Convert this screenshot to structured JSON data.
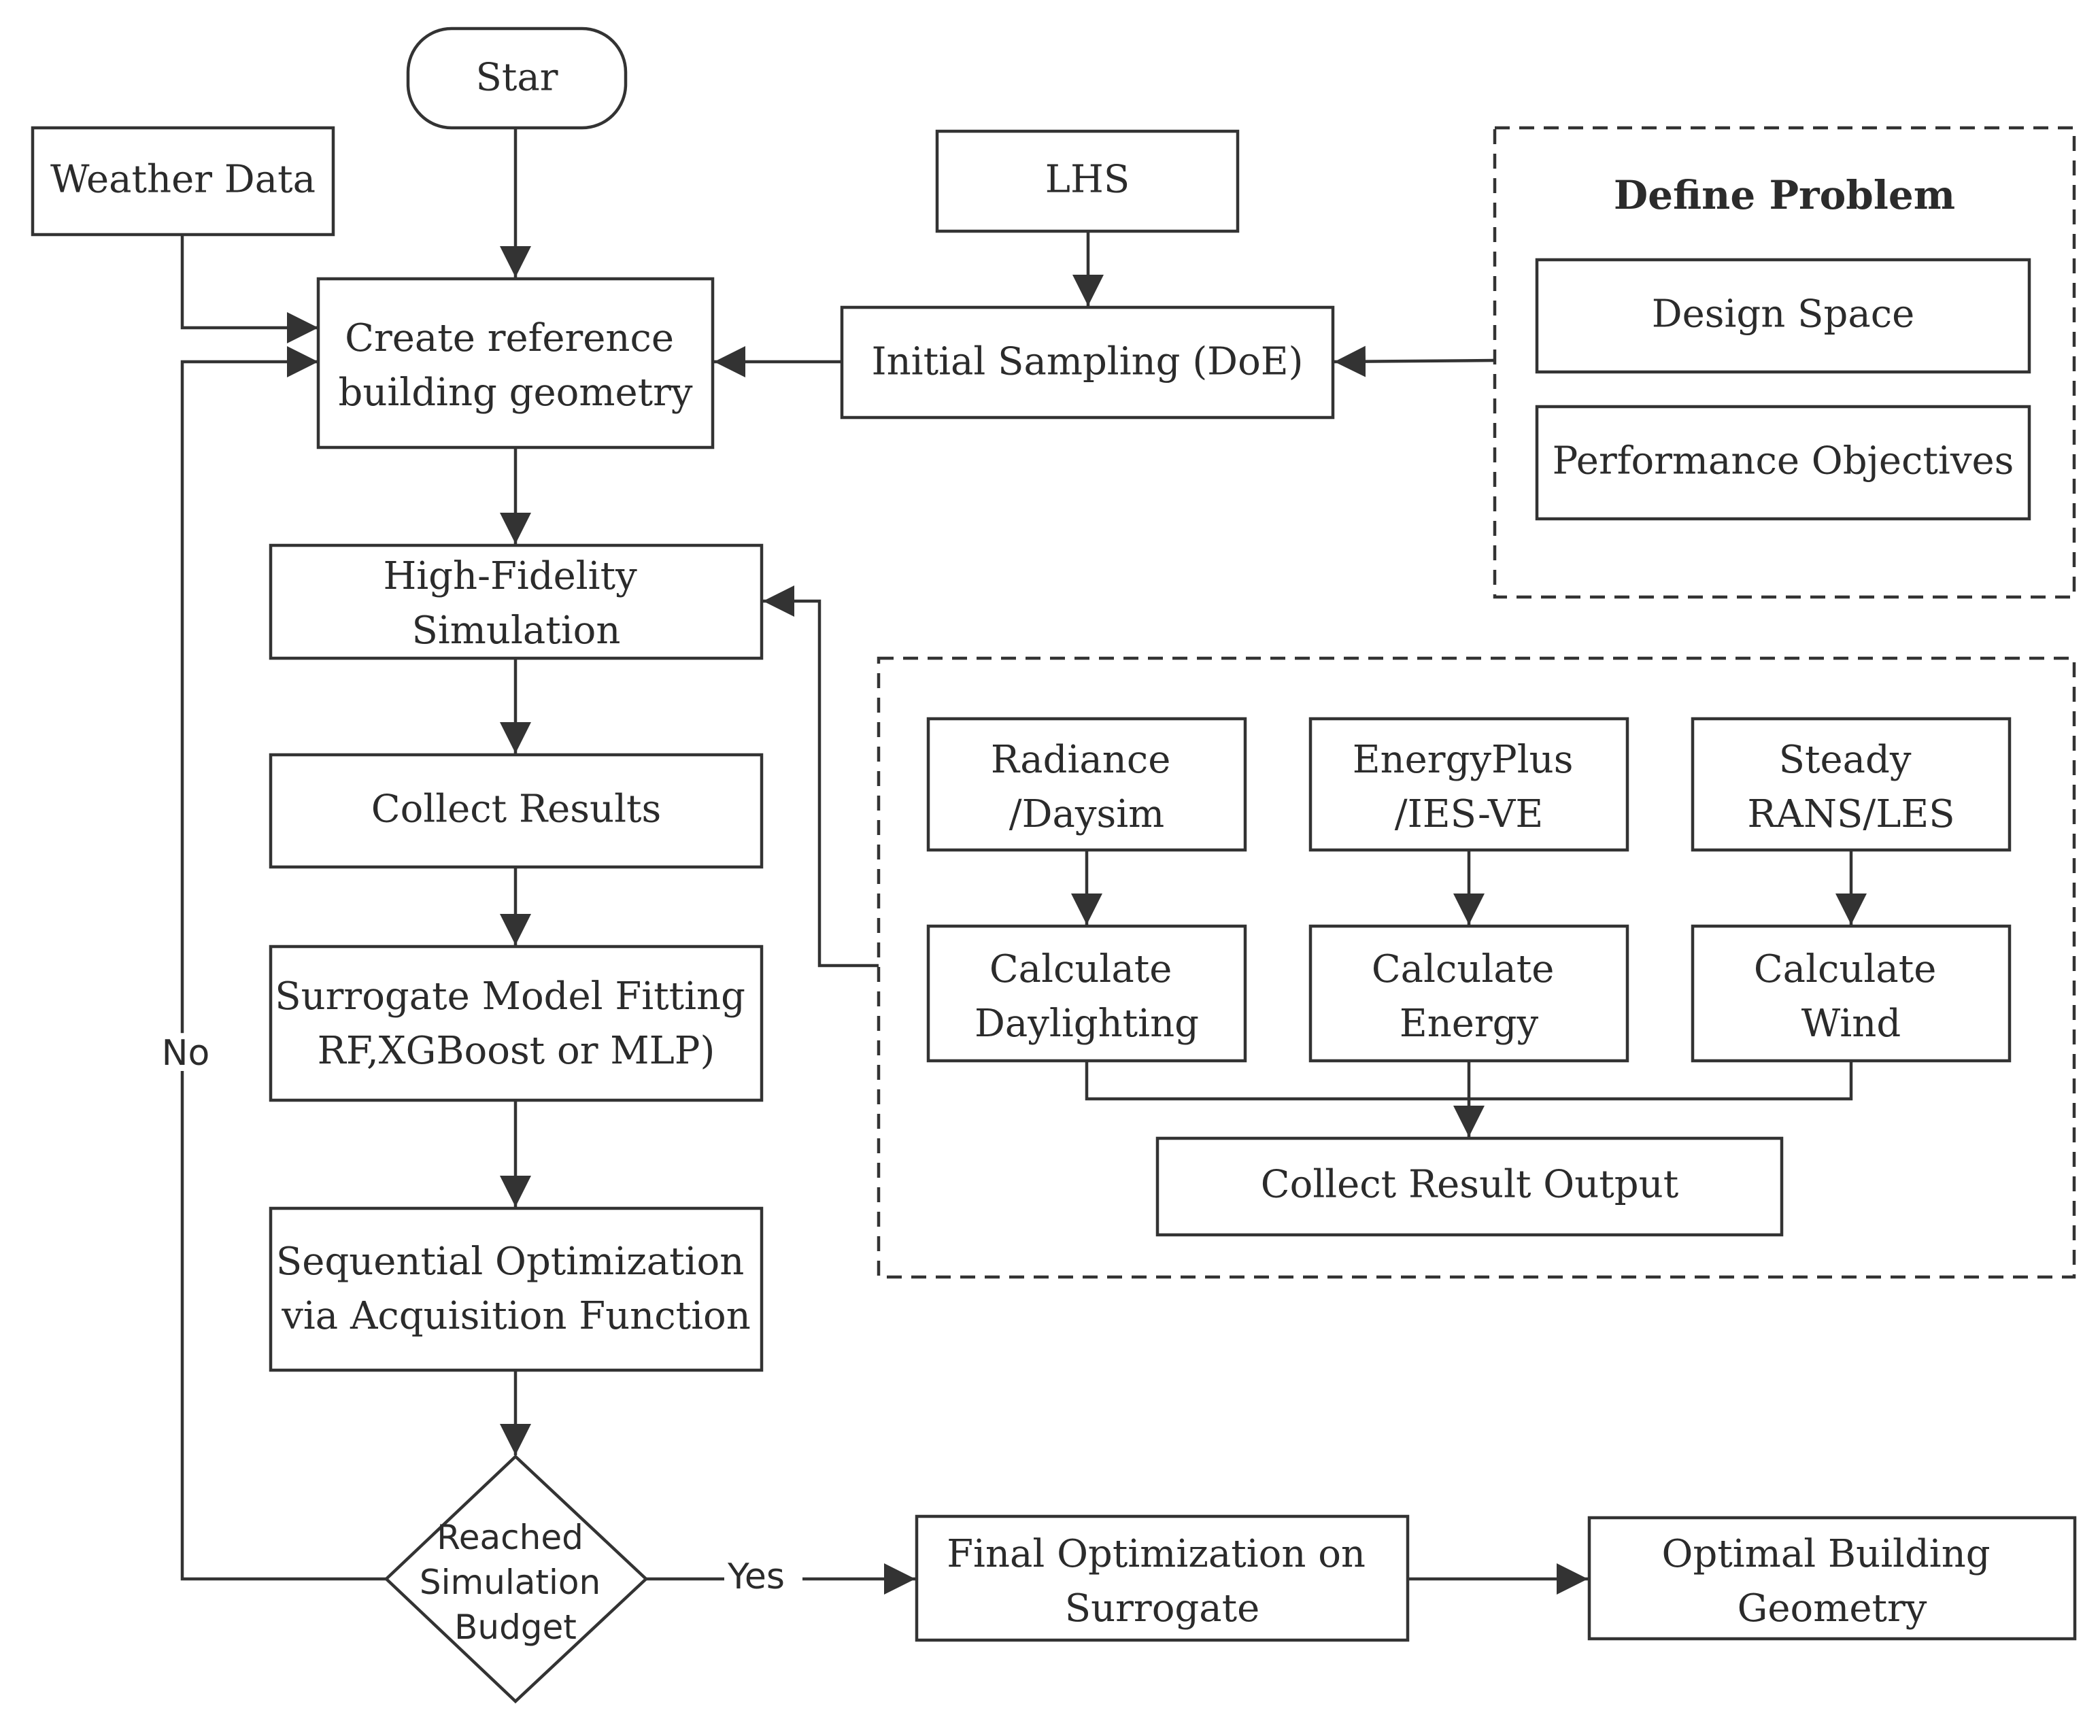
{
  "nodes": {
    "start": "Star",
    "weather_data": "Weather Data",
    "lhs": "LHS",
    "define_problem": "Define Problem",
    "design_space": "Design Space",
    "performance_objectives": "Performance Objectives",
    "create_geometry": [
      "Create reference",
      "building geometry"
    ],
    "initial_sampling": "Initial Sampling (DoE)",
    "high_fidelity": [
      "High-Fidelity",
      "Simulation"
    ],
    "radiance": [
      "Radiance",
      "/Daysim"
    ],
    "energyplus": [
      "EnergyPlus",
      "/IES-VE"
    ],
    "steady": [
      "Steady",
      "RANS/LES"
    ],
    "calc_daylighting": [
      "Calculate",
      "Daylighting"
    ],
    "calc_energy": [
      "Calculate",
      "Energy"
    ],
    "calc_wind": [
      "Calculate",
      "Wind"
    ],
    "collect_result_output": "Collect Result Output",
    "collect_results": "Collect Results",
    "surrogate": [
      "Surrogate Model Fitting",
      "RF,XGBoost or MLP)"
    ],
    "sequential": [
      "Sequential Optimization",
      "via Acquisition Function"
    ],
    "budget": [
      "Reached",
      "Simulation",
      "Budget"
    ],
    "final_opt": [
      "Final Optimization on",
      "Surrogate"
    ],
    "optimal": [
      "Optimal Building",
      "Geometry"
    ]
  },
  "edge_labels": {
    "no": "No",
    "yes": "Yes"
  }
}
